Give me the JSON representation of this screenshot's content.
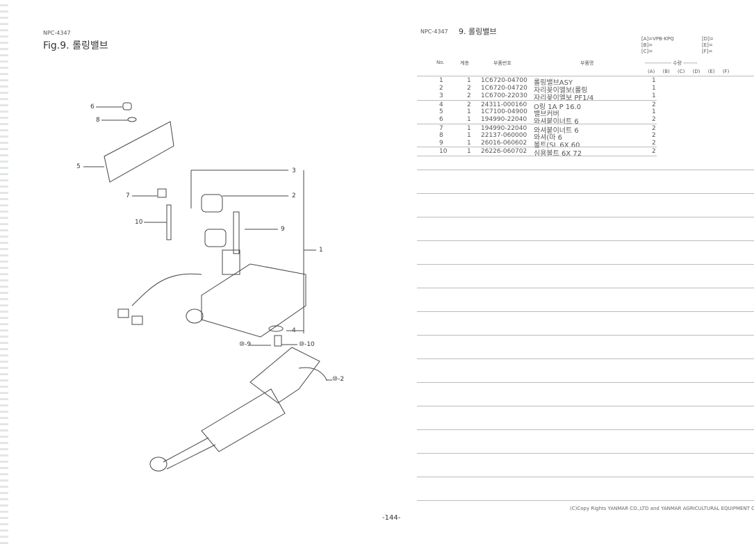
{
  "left_page": {
    "code": "NPC-4347",
    "fig_title": "Fig.9.  롤링밸브",
    "callouts": {
      "c6": "6",
      "c8": "8",
      "c5": "5",
      "c7": "7",
      "c10": "10",
      "c3": "3",
      "c2": "2",
      "c9": "9",
      "c1": "1",
      "c4": "4",
      "c10_9": "⑩-9",
      "c10_10": "⑩-10",
      "c10_2": "⑩-2"
    }
  },
  "right_page": {
    "code": "NPC-4347",
    "title": "9.  롤링밸브",
    "models": {
      "a": "[A]=VPB-KPQ",
      "b": "[B]=",
      "c": "[C]=",
      "d": "[D]=",
      "e": "[E]=",
      "f": "[F]="
    },
    "headers": {
      "no": "No.",
      "level": "계층",
      "part_no": "부품번호",
      "name": "부품명",
      "qty": "--------------- 수량 --------"
    },
    "qty_cols": [
      "(A)",
      "(B)",
      "(C)",
      "(D)",
      "(E)",
      "(F)"
    ],
    "rows": [
      {
        "no": "1",
        "lv": "1",
        "pn": "1C6720-04700",
        "name": "롤링밸브ASY",
        "qty": "1"
      },
      {
        "no": "2",
        "lv": "2",
        "pn": "1C6720-04720",
        "name": "자리꽂이엘보(롤링",
        "qty": "1"
      },
      {
        "no": "3",
        "lv": "2",
        "pn": "1C6700-22030",
        "name": "자리꽂이엘보 PF1/4",
        "qty": "1"
      },
      {
        "no": "4",
        "lv": "2",
        "pn": "24311-000160",
        "name": "O링 1A P 16.0",
        "qty": "2"
      },
      {
        "no": "5",
        "lv": "1",
        "pn": "1C7100-04900",
        "name": "밸브커버",
        "qty": "1"
      },
      {
        "no": "6",
        "lv": "1",
        "pn": "194990-22040",
        "name": "와셔붙이너트 6",
        "qty": "2"
      },
      {
        "no": "7",
        "lv": "1",
        "pn": "194990-22040",
        "name": "와셔붙이너트 6",
        "qty": "2"
      },
      {
        "no": "8",
        "lv": "1",
        "pn": "22137-060000",
        "name": "와셔(마 6",
        "qty": "2"
      },
      {
        "no": "9",
        "lv": "1",
        "pn": "26016-060602",
        "name": "볼트(SL 6X 60",
        "qty": "2"
      },
      {
        "no": "10",
        "lv": "1",
        "pn": "26226-060702",
        "name": "심용볼트 6X 72",
        "qty": "2"
      }
    ],
    "copyright": "(C)Copy Rights  YANMAR CO.,LTD and YANMAR AGRICULTURAL EQUIPMENT CO.,L"
  },
  "page_number": "-144-"
}
